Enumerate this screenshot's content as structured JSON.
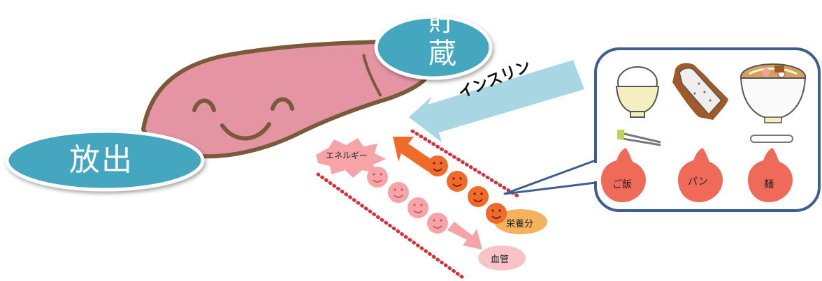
{
  "liver": {
    "storage_label": "貯\n蔵",
    "storage_char1": "貯",
    "storage_char2": "蔵",
    "release_label": "放出"
  },
  "insulin": {
    "label": "インスリン"
  },
  "blood_flow": {
    "energy_label": "エネルギー",
    "nutrient_label": "栄養分",
    "vessel_label": "血管"
  },
  "food_panel": {
    "items": [
      {
        "label": "ご飯"
      },
      {
        "label": "パン"
      },
      {
        "label": "麺"
      }
    ]
  },
  "colors": {
    "bubble_teal": "#45a6bf",
    "liver_pink": "#e494a2",
    "liver_outline": "#7a5a3a",
    "insulin_arrow": "#a9d6e3",
    "orange_smiley": "#f06a2a",
    "pink_smiley": "#f6a4a8",
    "panel_border": "#3f5f8f",
    "dots_red": "#d8303a"
  }
}
